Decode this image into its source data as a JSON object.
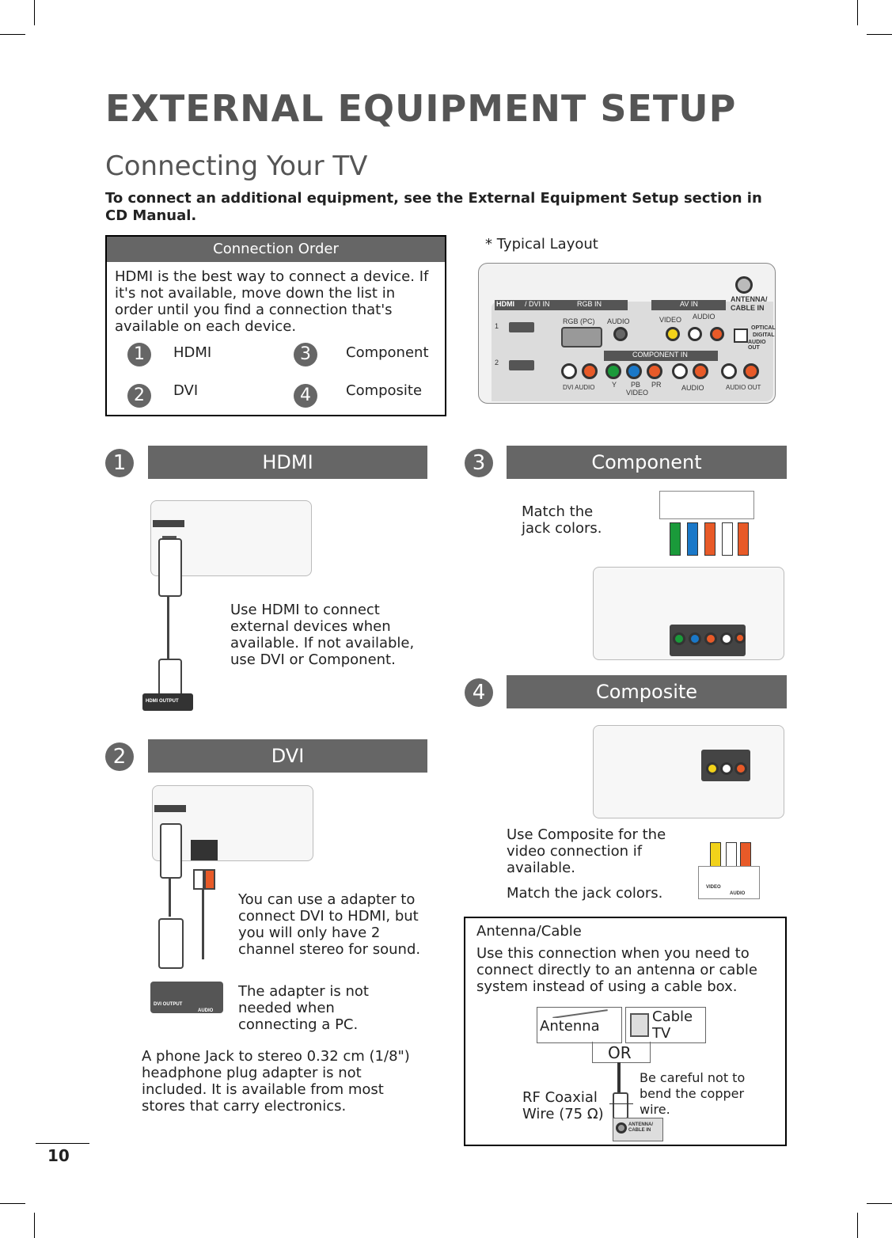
{
  "page": {
    "title": "EXTERNAL EQUIPMENT SETUP",
    "subtitle": "Connecting Your TV",
    "intro": "To connect an additional equipment, see the External Equipment Setup section in CD Manual.",
    "page_number": "10"
  },
  "connection_order": {
    "heading": "Connection Order",
    "text": "HDMI is the best way to connect a device. If it's not available, move down the list in order until you find a connection that's available on each device.",
    "items": [
      {
        "num": "1",
        "label": "HDMI"
      },
      {
        "num": "2",
        "label": "DVI"
      },
      {
        "num": "3",
        "label": "Component"
      },
      {
        "num": "4",
        "label": "Composite"
      }
    ]
  },
  "typical_layout": {
    "caption": "* Typical Layout",
    "labels": {
      "dvi_in": "/ DVI IN",
      "rgb_in": "RGB IN",
      "rgb_pc": "RGB (PC)",
      "audio": "AUDIO",
      "av_in": "AV IN",
      "video": "VIDEO",
      "antenna": "ANTENNA/",
      "cable_in": "CABLE IN",
      "optical": "OPTICAL",
      "digital": "DIGITAL",
      "audio_out": "AUDIO OUT",
      "component_in": "COMPONENT IN",
      "dvi_audio": "DVI AUDIO",
      "y": "Y",
      "pb": "PB",
      "pr": "PR",
      "port1": "1",
      "port2": "2"
    }
  },
  "sections": {
    "hdmi": {
      "num": "1",
      "heading": "HDMI",
      "text": "Use HDMI to connect external devices when available. If not available, use DVI or Component.",
      "device_label": "HDMI OUTPUT"
    },
    "dvi": {
      "num": "2",
      "heading": "DVI",
      "text1": "You can use a adapter to connect DVI to HDMI, but you will only have 2 channel stereo for sound.",
      "text2": "The adapter is not needed when connecting a PC.",
      "note": "A phone Jack to stereo 0.32 cm (1/8\") headphone plug adapter is not included. It is available from most stores that carry electronics.",
      "device_label": "DVI OUTPUT",
      "audio_label": "AUDIO"
    },
    "component": {
      "num": "3",
      "heading": "Component",
      "text": "Match the jack colors."
    },
    "composite": {
      "num": "4",
      "heading": "Composite",
      "text1": "Use Composite for the video connection if available.",
      "text2": "Match the jack colors.",
      "video_label": "VIDEO",
      "audio_label": "AUDIO"
    }
  },
  "antenna_cable": {
    "heading": "Antenna/Cable",
    "text": "Use this connection when you need to connect directly to an antenna or cable system instead of using a cable box.",
    "antenna_label": "Antenna",
    "cable_label": "Cable TV",
    "or_label": "OR",
    "coax_label": "RF Coaxial Wire (75 Ω)",
    "careful_label": "Be careful not to bend the copper wire.",
    "port_label": "ANTENNA/ CABLE IN"
  },
  "colors": {
    "green": "#1a9a3a",
    "blue": "#1a78c8",
    "red": "#e85a28",
    "yellow": "#f2d21a",
    "white": "#ffffff",
    "gray": "#666666"
  }
}
